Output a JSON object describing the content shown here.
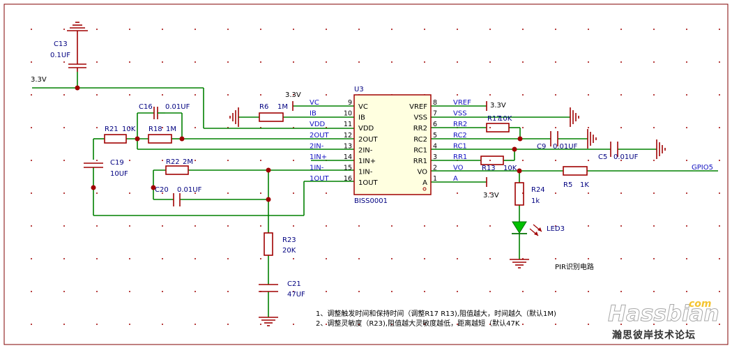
{
  "components": {
    "c13": {
      "ref": "C13",
      "value": "0.1UF"
    },
    "c16": {
      "ref": "C16",
      "value": "0.01UF"
    },
    "c19": {
      "ref": "C19",
      "value": "10UF"
    },
    "c20": {
      "ref": "C20",
      "value": "0.01UF"
    },
    "c21": {
      "ref": "C21",
      "value": "47UF"
    },
    "c9": {
      "ref": "C9",
      "value": "0.01UF"
    },
    "c5": {
      "ref": "C5",
      "value": "0.01UF"
    },
    "r6": {
      "ref": "R6",
      "value": "1M"
    },
    "r21": {
      "ref": "R21",
      "value": "10K"
    },
    "r18": {
      "ref": "R18",
      "value": "1M"
    },
    "r22": {
      "ref": "R22",
      "value": "2M"
    },
    "r23": {
      "ref": "R23",
      "value": "20K"
    },
    "r17": {
      "ref": "R17",
      "value": "10K"
    },
    "r13": {
      "ref": "R13",
      "value": "10K"
    },
    "r24": {
      "ref": "R24",
      "value": "1k"
    },
    "r5": {
      "ref": "R5",
      "value": "1K"
    },
    "led3": {
      "ref": "LED3"
    }
  },
  "ic": {
    "ref": "U3",
    "part": "BISS0001",
    "left_pins": [
      {
        "num": "9",
        "name": "VC",
        "net": "VC"
      },
      {
        "num": "10",
        "name": "IB",
        "net": "IB"
      },
      {
        "num": "11",
        "name": "VDD",
        "net": "VDD"
      },
      {
        "num": "12",
        "name": "2OUT",
        "net": "2OUT"
      },
      {
        "num": "13",
        "name": "2IN-",
        "net": "2IN-"
      },
      {
        "num": "14",
        "name": "1IN+",
        "net": "1IN+"
      },
      {
        "num": "15",
        "name": "1IN-",
        "net": "1IN-"
      },
      {
        "num": "16",
        "name": "1OUT",
        "net": "1OUT"
      }
    ],
    "right_pins": [
      {
        "num": "8",
        "name": "VREF",
        "net": "VREF"
      },
      {
        "num": "7",
        "name": "VSS",
        "net": "VSS"
      },
      {
        "num": "6",
        "name": "RR2",
        "net": "RR2"
      },
      {
        "num": "5",
        "name": "RC2",
        "net": "RC2"
      },
      {
        "num": "4",
        "name": "RC1",
        "net": "RC1"
      },
      {
        "num": "3",
        "name": "RR1",
        "net": "RR1"
      },
      {
        "num": "2",
        "name": "VO",
        "net": "VO"
      },
      {
        "num": "1",
        "name": "A",
        "net": "A"
      }
    ]
  },
  "power": {
    "left_3v3": "3.3V",
    "vc_3v3": "3.3V",
    "vref_3v3": "3.3V",
    "a_3v3": "3.3V"
  },
  "labels": {
    "gpio": "GPIO5",
    "circuit_title": "PIR识别电路",
    "notes": [
      "1、调整触发时间和保持时间（调整R17 R13),阻值越大，时间越久（默认1M)",
      "2、调整灵敏度（R23),阻值越大灵敏度越低，距离越短（默认47K"
    ]
  },
  "watermark": {
    "brand": "Hassbian",
    "suffix": "com",
    "subtitle": "瀚思彼岸技术论坛"
  },
  "colors": {
    "wire": "#008000",
    "component": "#a00000",
    "designator": "#000080",
    "net_label": "#1010c0",
    "pin_text": "#000000",
    "border": "#800000"
  }
}
